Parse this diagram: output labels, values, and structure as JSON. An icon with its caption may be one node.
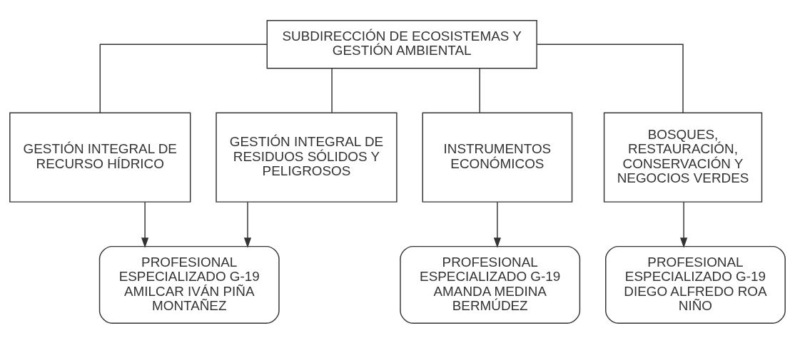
{
  "diagram": {
    "nodes": [
      {
        "text": [
          "SUBDIRECCIÓN DE ECOSISTEMAS Y GESTIÓN AMBIENTAL"
        ]
      },
      {
        "text": [
          "GESTIÓN INTEGRAL DE RECURSO HÍDRICO"
        ]
      },
      {
        "text": [
          "GESTIÓN INTEGRAL DE RESIDUOS SÓLIDOS Y PELIGROSOS"
        ]
      },
      {
        "text": [
          "INSTRUMENTOS ECONÓMICOS"
        ]
      },
      {
        "text": [
          "BOSQUES, RESTAURACIÓN, CONSERVACIÓN Y NEGOCIOS VERDES"
        ]
      },
      {
        "text": [
          "PROFESIONAL ESPECIALIZADO G-19 AMILCAR IVÁN PIÑA MONTAÑEZ"
        ]
      },
      {
        "text": [
          "PROFESIONAL ESPECIALIZADO G-19 AMANDA MEDINA BERMÚDEZ"
        ]
      },
      {
        "text": [
          "PROFESIONAL ESPECIALIZADO G-19 DIEGO ALFREDO ROA NIÑO"
        ]
      }
    ],
    "edges": [
      {
        "from": 0,
        "to": 1,
        "arrow": "none"
      },
      {
        "from": 0,
        "to": 2,
        "arrow": "none"
      },
      {
        "from": 0,
        "to": 3,
        "arrow": "none"
      },
      {
        "from": 0,
        "to": 4,
        "arrow": "none"
      },
      {
        "from": 1,
        "to": 5,
        "arrow": "to"
      },
      {
        "from": 2,
        "to": 5,
        "arrow": "to"
      },
      {
        "from": 3,
        "to": 6,
        "arrow": "to"
      },
      {
        "from": 4,
        "to": 7,
        "arrow": "to"
      }
    ]
  }
}
